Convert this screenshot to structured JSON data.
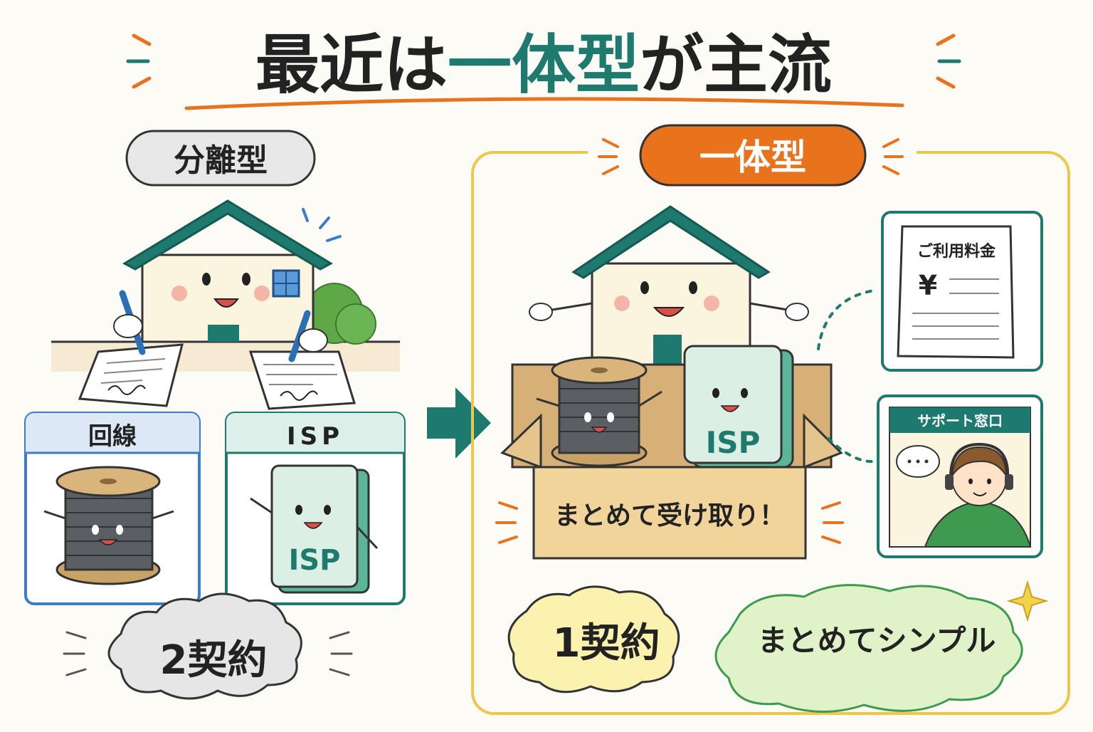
{
  "title": {
    "prefix": "最近は",
    "highlight": "一体型",
    "suffix": "が主流"
  },
  "separate": {
    "label": "分離型",
    "line_card": "回線",
    "isp_card": "ISP",
    "isp_device_label": "ISP",
    "contract_count": "2契約"
  },
  "integrated": {
    "label": "一体型",
    "isp_device_label": "ISP",
    "box_label": "まとめて受け取り！",
    "bill_title": "ご利用料金",
    "bill_yen": "¥",
    "support_title": "サポート窓口",
    "contract_count": "1契約",
    "simple_label": "まとめてシンプル"
  },
  "colors": {
    "accent_teal": "#1e7a6e",
    "accent_orange": "#e8731c",
    "frame_yellow": "#efc74a",
    "line_blue": "#3c7cc8",
    "isp_mint": "#dcefe5"
  }
}
